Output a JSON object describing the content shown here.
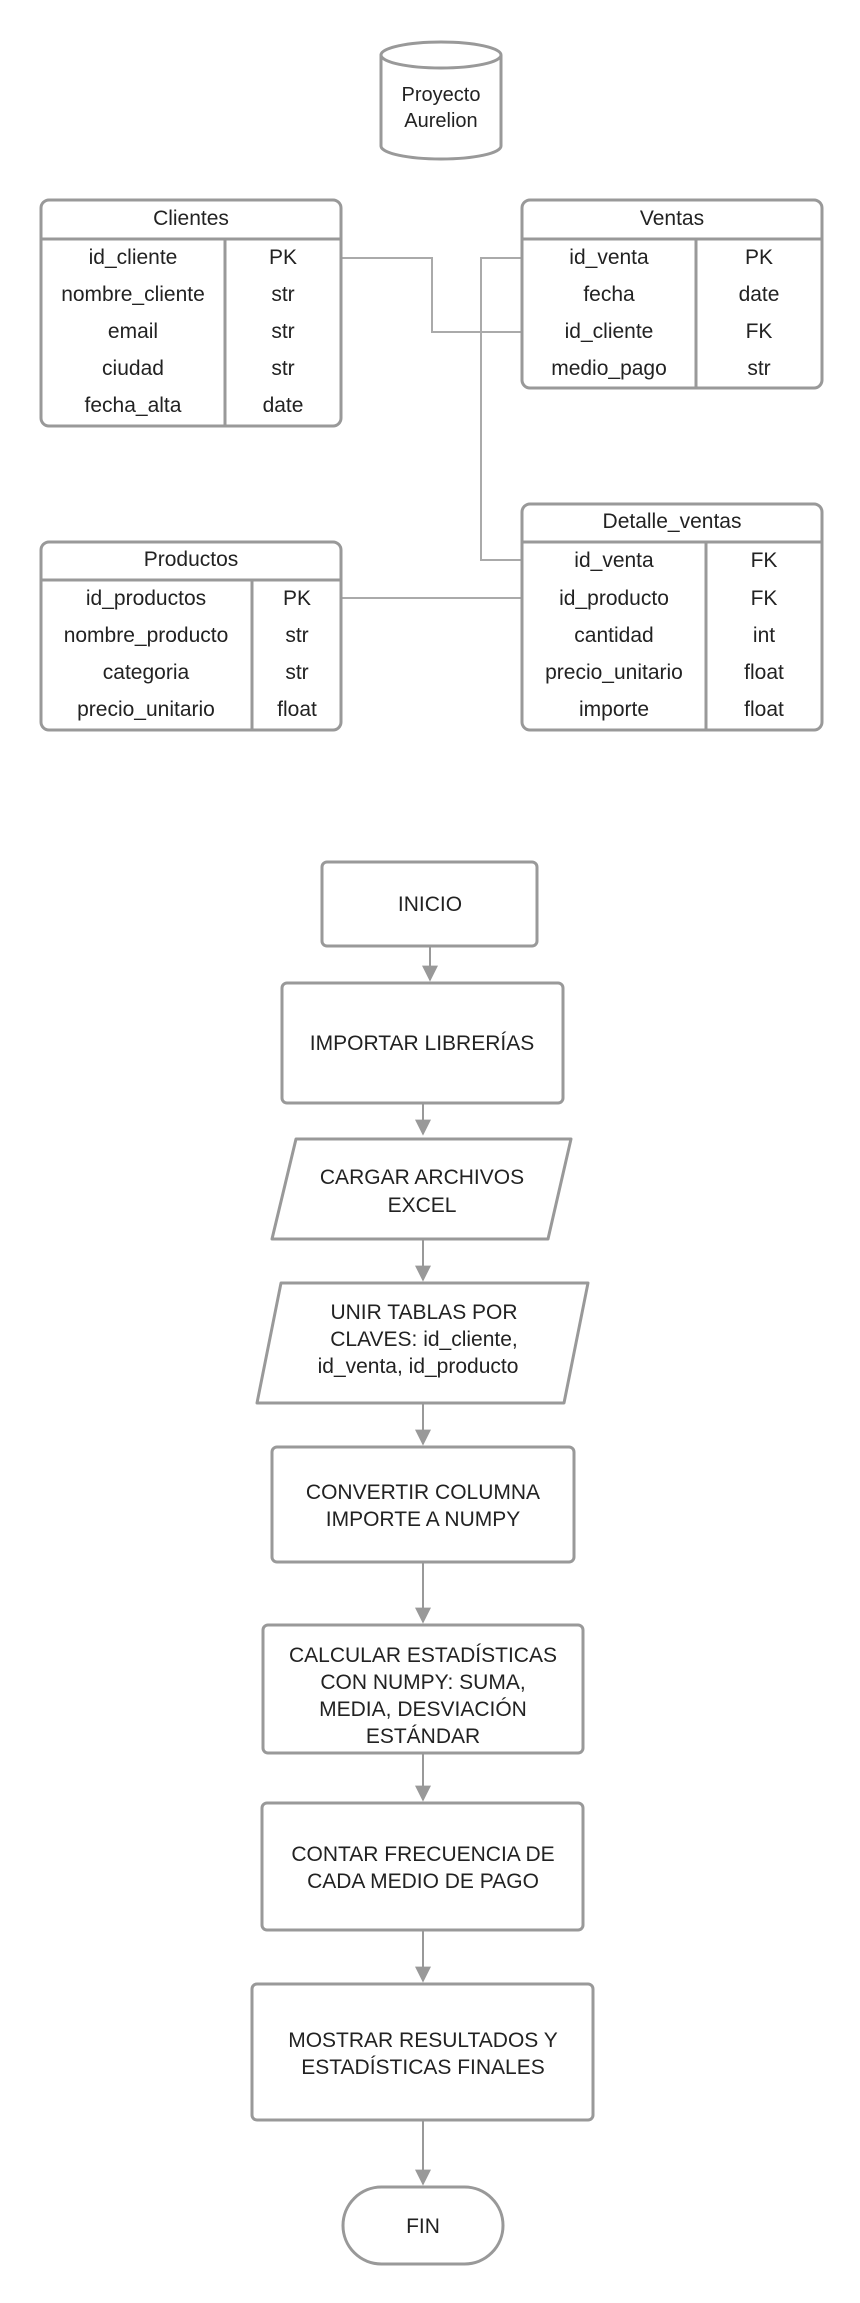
{
  "db": {
    "line1": "Proyecto",
    "line2": "Aurelion"
  },
  "tables": {
    "clientes": {
      "title": "Clientes",
      "rows": [
        [
          "id_cliente",
          "PK"
        ],
        [
          "nombre_cliente",
          "str"
        ],
        [
          "email",
          "str"
        ],
        [
          "ciudad",
          "str"
        ],
        [
          "fecha_alta",
          "date"
        ]
      ]
    },
    "ventas": {
      "title": "Ventas",
      "rows": [
        [
          "id_venta",
          "PK"
        ],
        [
          "fecha",
          "date"
        ],
        [
          "id_cliente",
          "FK"
        ],
        [
          "medio_pago",
          "str"
        ]
      ]
    },
    "productos": {
      "title": "Productos",
      "rows": [
        [
          "id_productos",
          "PK"
        ],
        [
          "nombre_producto",
          "str"
        ],
        [
          "categoria",
          "str"
        ],
        [
          "precio_unitario",
          "float"
        ]
      ]
    },
    "detalle": {
      "title": "Detalle_ventas",
      "rows": [
        [
          "id_venta",
          "FK"
        ],
        [
          "id_producto",
          "FK"
        ],
        [
          "cantidad",
          "int"
        ],
        [
          "precio_unitario",
          "float"
        ],
        [
          "importe",
          "float"
        ]
      ]
    }
  },
  "flow": {
    "inicio": "INICIO",
    "importar": "IMPORTAR LIBRERÍAS",
    "cargar": [
      "CARGAR ARCHIVOS",
      "EXCEL"
    ],
    "unir": [
      "UNIR TABLAS POR",
      "CLAVES: id_cliente,",
      "id_venta, id_producto"
    ],
    "convertir": [
      "CONVERTIR COLUMNA",
      "IMPORTE A NUMPY"
    ],
    "calcular": [
      "CALCULAR ESTADÍSTICAS",
      "CON NUMPY: SUMA,",
      "MEDIA, DESVIACIÓN",
      "ESTÁNDAR"
    ],
    "contar": [
      "CONTAR FRECUENCIA DE",
      "CADA MEDIO DE PAGO"
    ],
    "mostrar": [
      "MOSTRAR RESULTADOS Y",
      "ESTADÍSTICAS FINALES"
    ],
    "fin": "FIN"
  }
}
